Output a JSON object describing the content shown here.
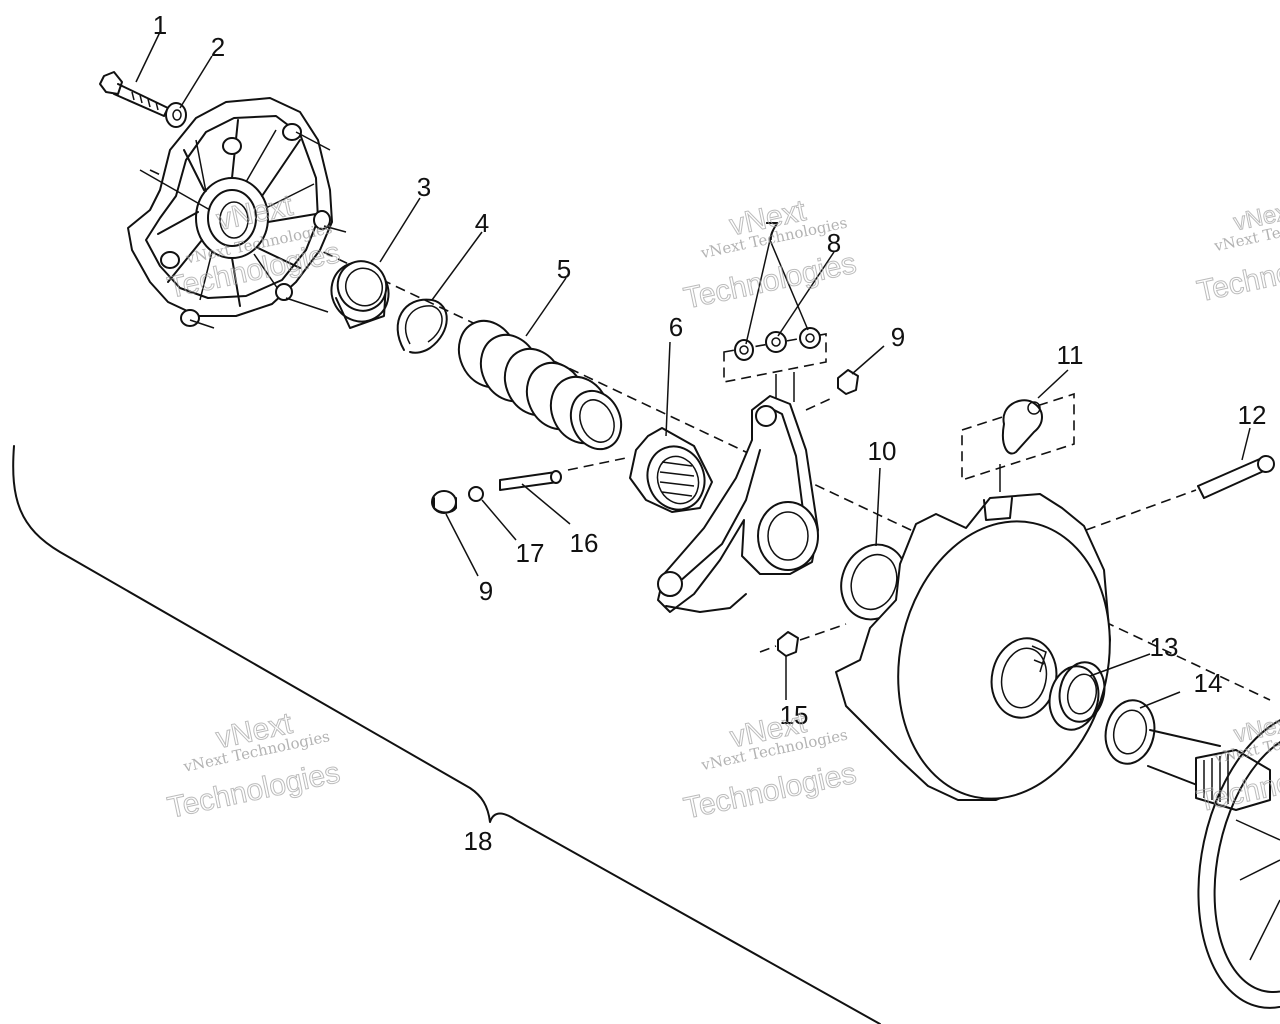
{
  "diagram": {
    "callouts": [
      "1",
      "2",
      "3",
      "4",
      "5",
      "6",
      "7",
      "8",
      "9",
      "9",
      "10",
      "11",
      "12",
      "13",
      "14",
      "15",
      "16",
      "17",
      "18"
    ]
  },
  "watermark": {
    "line1": "vNext Technologies",
    "line2": "vNext",
    "line3": "Technologies"
  }
}
